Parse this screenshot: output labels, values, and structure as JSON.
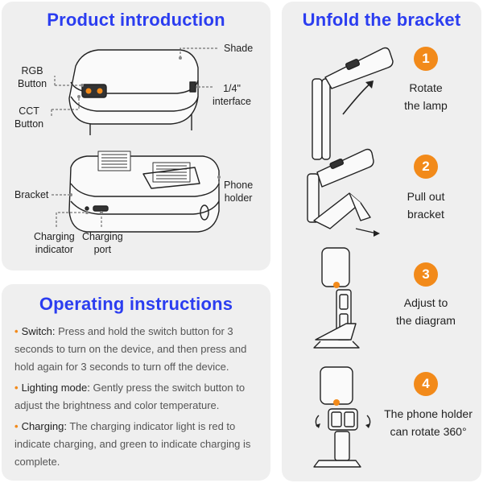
{
  "intro": {
    "title": "Product introduction",
    "labels": {
      "shade": "Shade",
      "rgb_line1": "RGB",
      "rgb_line2": "Button",
      "cct_line1": "CCT",
      "cct_line2": "Button",
      "interface_line1": "1/4\"",
      "interface_line2": "interface",
      "bracket": "Bracket",
      "phone_holder_line1": "Phone",
      "phone_holder_line2": "holder",
      "charging_indicator_line1": "Charging",
      "charging_indicator_line2": "indicator",
      "charging_port_line1": "Charging",
      "charging_port_line2": "port"
    }
  },
  "operating": {
    "title": "Operating instructions",
    "items": [
      {
        "label": "Switch:",
        "text": "Press and hold the switch button for 3 seconds to turn on the device, and then press and hold again for 3 seconds to turn off the device."
      },
      {
        "label": "Lighting mode:",
        "text": "Gently press the switch button to adjust the brightness and color temperature."
      },
      {
        "label": "Charging:",
        "text": "The charging indicator light is red to indicate charging, and green to indicate charging is complete."
      }
    ]
  },
  "unfold": {
    "title": "Unfold the bracket",
    "steps": [
      {
        "number": "1",
        "line1": "Rotate",
        "line2": "the lamp"
      },
      {
        "number": "2",
        "line1": "Pull out",
        "line2": "bracket"
      },
      {
        "number": "3",
        "line1": "Adjust to",
        "line2": "the diagram"
      },
      {
        "number": "4",
        "line1": "The phone holder",
        "line2": "can rotate 360°"
      }
    ]
  },
  "colors": {
    "panel_bg": "#efefef",
    "title_blue": "#2b3df0",
    "accent_orange": "#f28a1a",
    "line_color": "#222222"
  }
}
